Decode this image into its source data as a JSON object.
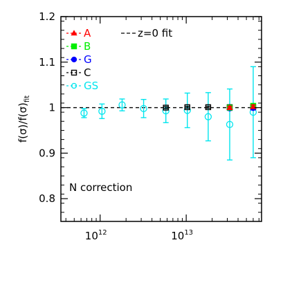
{
  "chart_data": {
    "type": "scatter",
    "title": "",
    "xlabel": "",
    "ylabel": "f(σ)/f(σ)",
    "ylabel_subscript": "fit",
    "xscale": "log",
    "xlim": [
      350000000000.0,
      75000000000000.0
    ],
    "ylim": [
      0.75,
      1.2
    ],
    "x_ticks": [
      {
        "value": 1000000000000.0,
        "base": "10",
        "exp": "12"
      },
      {
        "value": 10000000000000.0,
        "base": "10",
        "exp": "13"
      }
    ],
    "y_ticks": [
      {
        "value": 0.8,
        "label": "0.8"
      },
      {
        "value": 0.9,
        "label": "0.9"
      },
      {
        "value": 1.0,
        "label": "1"
      },
      {
        "value": 1.1,
        "label": "1.1"
      },
      {
        "value": 1.2,
        "label": "1.2"
      }
    ],
    "reference_line": {
      "y": 1.0,
      "label": "z=0 fit",
      "color": "#000000",
      "dash": "dashed"
    },
    "annotation": "N correction",
    "grid": false,
    "legend_position": "top-left",
    "series": [
      {
        "name": "A",
        "color": "#ff0000",
        "marker": "triangle",
        "filled": true,
        "points": [
          {
            "x": 32000000000000.0,
            "y": 1.0,
            "err": 0.003
          },
          {
            "x": 60000000000000.0,
            "y": 1.002,
            "err": 0.004
          }
        ]
      },
      {
        "name": "B",
        "color": "#00ee00",
        "marker": "square",
        "filled": true,
        "points": [
          {
            "x": 32000000000000.0,
            "y": 1.0,
            "err": 0.003
          },
          {
            "x": 60000000000000.0,
            "y": 1.004,
            "err": 0.004
          }
        ]
      },
      {
        "name": "G",
        "color": "#0000ff",
        "marker": "circle",
        "filled": true,
        "points": [
          {
            "x": 32000000000000.0,
            "y": 0.998,
            "err": 0.004
          },
          {
            "x": 60000000000000.0,
            "y": 0.999,
            "err": 0.004
          }
        ]
      },
      {
        "name": "C",
        "color": "#000000",
        "marker": "square",
        "filled": false,
        "points": [
          {
            "x": 5800000000000.0,
            "y": 1.0,
            "err": 0.002
          },
          {
            "x": 10300000000000.0,
            "y": 1.001,
            "err": 0.002
          },
          {
            "x": 18000000000000.0,
            "y": 1.001,
            "err": 0.002
          },
          {
            "x": 32000000000000.0,
            "y": 1.001,
            "err": 0.002
          },
          {
            "x": 60000000000000.0,
            "y": 1.001,
            "err": 0.002
          }
        ]
      },
      {
        "name": "GS",
        "color": "#00e5ee",
        "marker": "circle",
        "filled": false,
        "points": [
          {
            "x": 650000000000.0,
            "y": 0.988,
            "err": 0.01
          },
          {
            "x": 1050000000000.0,
            "y": 0.992,
            "err": 0.016
          },
          {
            "x": 1800000000000.0,
            "y": 1.006,
            "err": 0.013
          },
          {
            "x": 3200000000000.0,
            "y": 0.998,
            "err": 0.02
          },
          {
            "x": 5800000000000.0,
            "y": 0.993,
            "err": 0.026
          },
          {
            "x": 10300000000000.0,
            "y": 0.994,
            "err": 0.038
          },
          {
            "x": 18000000000000.0,
            "y": 0.98,
            "err": 0.053
          },
          {
            "x": 32000000000000.0,
            "y": 0.963,
            "err": 0.078
          },
          {
            "x": 60000000000000.0,
            "y": 0.99,
            "err": 0.1
          }
        ]
      }
    ]
  }
}
